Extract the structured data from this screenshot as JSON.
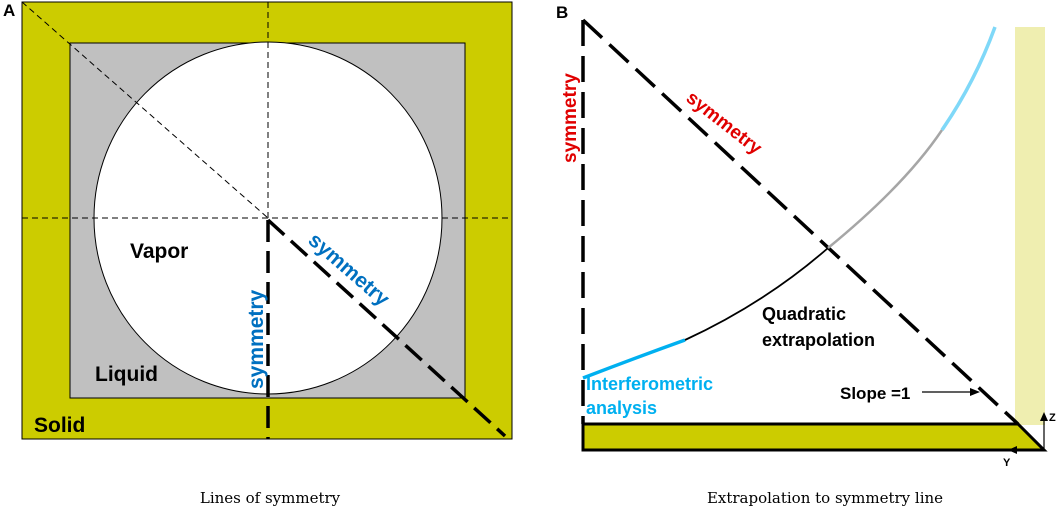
{
  "panel_a": {
    "letter": "A",
    "caption": "Lines of symmetry",
    "labels": {
      "vapor": "Vapor",
      "liquid": "Liquid",
      "solid": "Solid",
      "symmetry_diagonal": "symmetry",
      "symmetry_vertical": "symmetry"
    }
  },
  "panel_b": {
    "letter": "B",
    "caption": "Extrapolation to symmetry line",
    "labels": {
      "symmetry_vertical": "symmetry",
      "symmetry_diagonal": "symmetry",
      "quadratic_1": "Quadratic",
      "quadratic_2": "extrapolation",
      "interf_1": "Interferometric",
      "interf_2": "analysis",
      "slope": "Slope =1",
      "axis_z": "Z",
      "axis_y": "Y"
    }
  },
  "colors": {
    "solid": "#cccc00",
    "liquid": "#c0c0c0",
    "vapor": "#ffffff",
    "wall_light": "#efeeb0",
    "blue_text": "#0070c0",
    "red_text": "#e00000",
    "interf_cyan": "#00b0f0",
    "curve_light_blue": "#7fd8f8",
    "curve_gray": "#a6a6a6",
    "line": "#000000"
  }
}
